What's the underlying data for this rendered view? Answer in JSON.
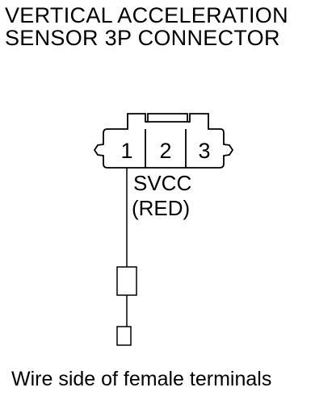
{
  "title": {
    "line1": "VERTICAL ACCELERATION",
    "line2": "SENSOR 3P CONNECTOR"
  },
  "connector": {
    "pins": [
      "1",
      "2",
      "3"
    ]
  },
  "wire": {
    "signal": "SVCC",
    "color": "(RED)"
  },
  "footer": "Wire side of female terminals"
}
